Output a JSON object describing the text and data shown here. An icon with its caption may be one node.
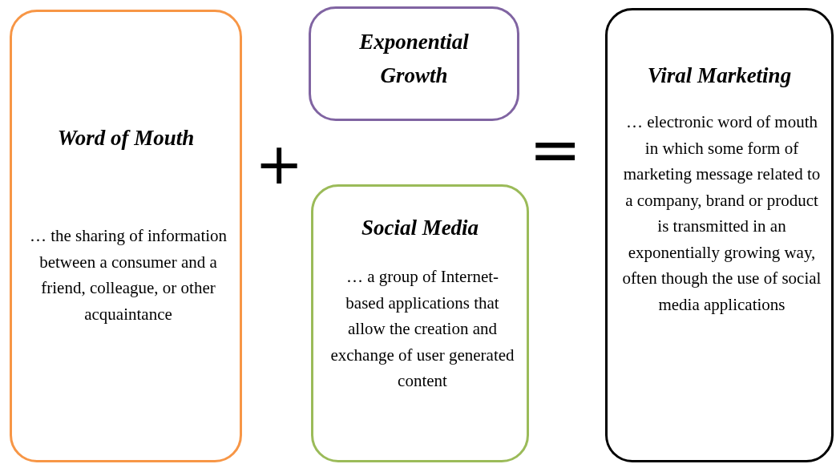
{
  "diagram": {
    "nodes": [
      {
        "text": [
          "Word of Mouth",
          "… the sharing of information between a consumer and a friend, colleague, or other acquaintance"
        ]
      },
      {
        "text": [
          "Exponential Growth"
        ]
      },
      {
        "text": [
          "Social Media",
          "… a group of Internet-based applications that allow the creation and exchange of user generated content"
        ]
      },
      {
        "text": [
          "Viral Marketing",
          "… electronic word of mouth in which some form of marketing message related to a company, brand or product is transmitted in an exponentially growing way, often though the use of social media applications"
        ]
      }
    ],
    "edges": [],
    "labels": [
      "+",
      "="
    ]
  }
}
